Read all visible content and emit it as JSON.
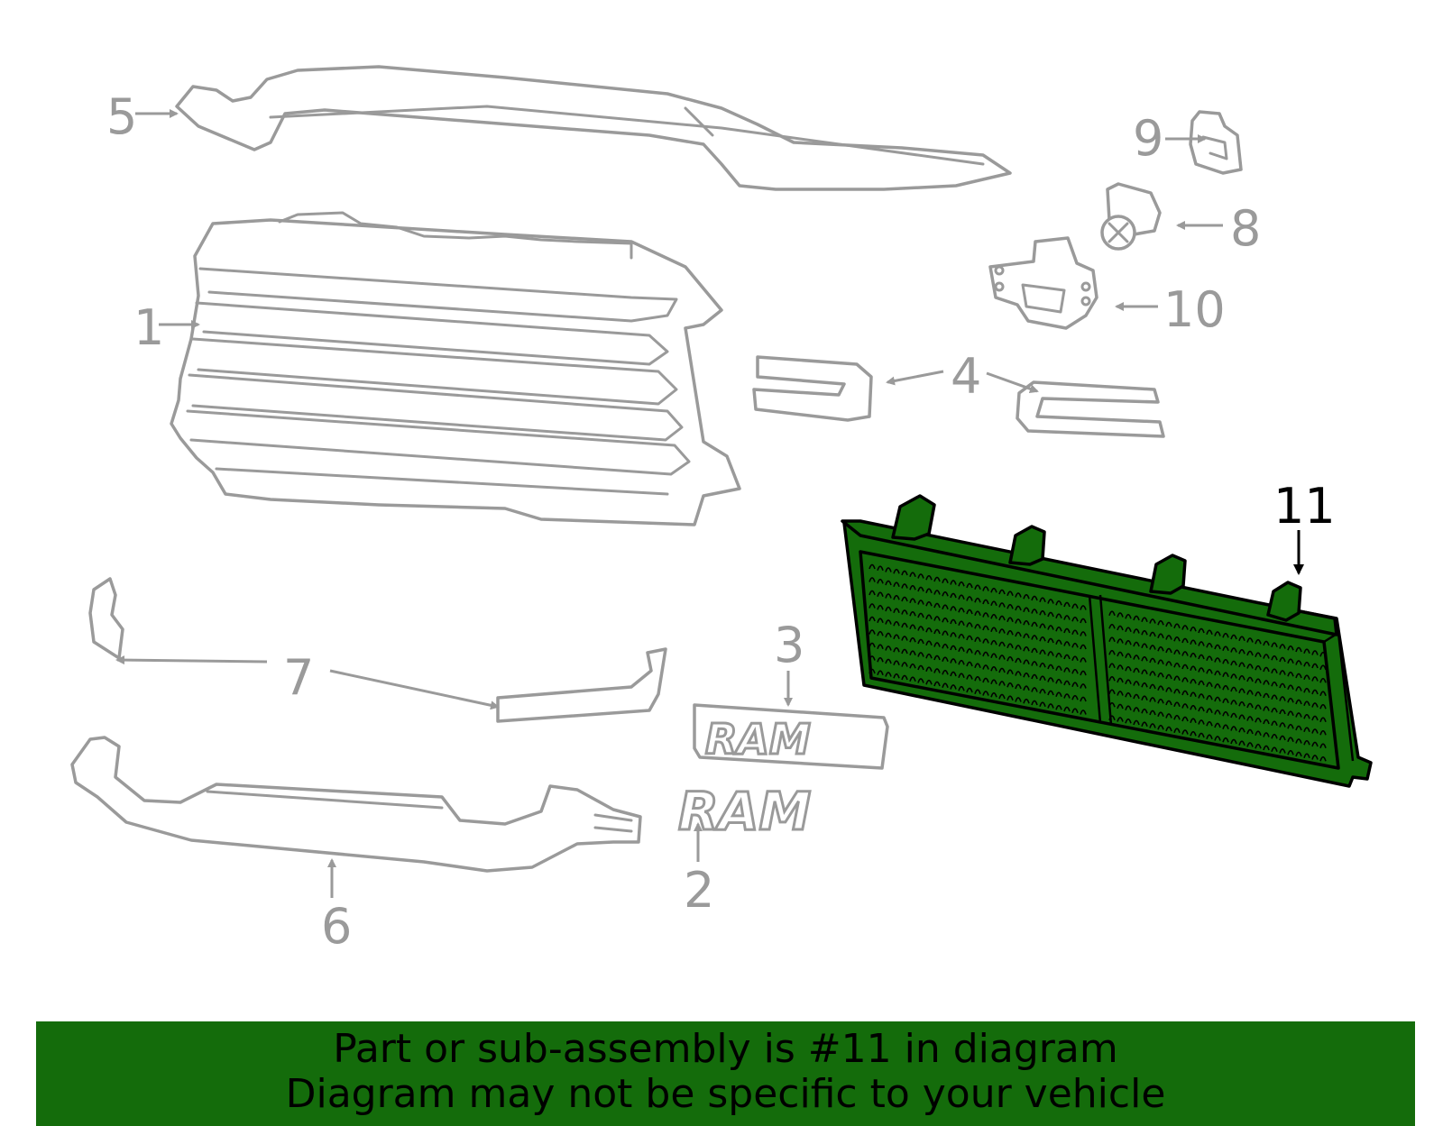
{
  "diagram": {
    "callouts": [
      {
        "id": "1",
        "label": "1"
      },
      {
        "id": "2",
        "label": "2"
      },
      {
        "id": "3",
        "label": "3"
      },
      {
        "id": "4",
        "label": "4"
      },
      {
        "id": "5",
        "label": "5"
      },
      {
        "id": "6",
        "label": "6"
      },
      {
        "id": "7",
        "label": "7"
      },
      {
        "id": "8",
        "label": "8"
      },
      {
        "id": "9",
        "label": "9"
      },
      {
        "id": "10",
        "label": "10"
      },
      {
        "id": "11",
        "label": "11"
      }
    ],
    "highlighted_part": "11",
    "emblem_upper": "RAM",
    "emblem_lower": "RAM"
  },
  "banner": {
    "line1": "Part or sub-assembly is #11 in diagram",
    "line2": "Diagram may not be specific to your vehicle"
  },
  "colors": {
    "highlight": "#146c0b",
    "line_gray": "#9a9a9a",
    "text_black": "#000000"
  }
}
